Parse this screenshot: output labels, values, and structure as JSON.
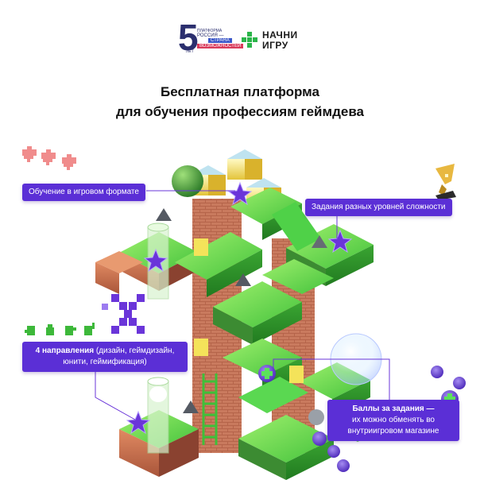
{
  "header": {
    "logo5": {
      "digit": "5",
      "platform": "ПЛАТФОРМА",
      "russia": "РОССИЯ —",
      "strana": "СТРАНА",
      "vozm": "ВОЗМОЖНОСТЕЙ",
      "let": "ЛЕТ"
    },
    "nachni": {
      "line1": "НАЧНИ",
      "line2": "ИГРУ"
    }
  },
  "title": {
    "line1": "Бесплатная платформа",
    "line2": "для обучения профессиям геймдева"
  },
  "callouts": {
    "game_format": "Обучение в игровом формате",
    "levels": "Задания разных уровней сложности",
    "directions_bold": "4 направления",
    "directions_rest": " (дизайн, геймдизайн, юнити, геймификация)",
    "points_bold": "Баллы за задания —",
    "points_rest": "их можно обменять во внутриигровом магазине"
  },
  "colors": {
    "accent": "#5b2fd6",
    "green": "#4bd34a",
    "brick": "#c9714f",
    "glass": "#d8f0ff"
  }
}
